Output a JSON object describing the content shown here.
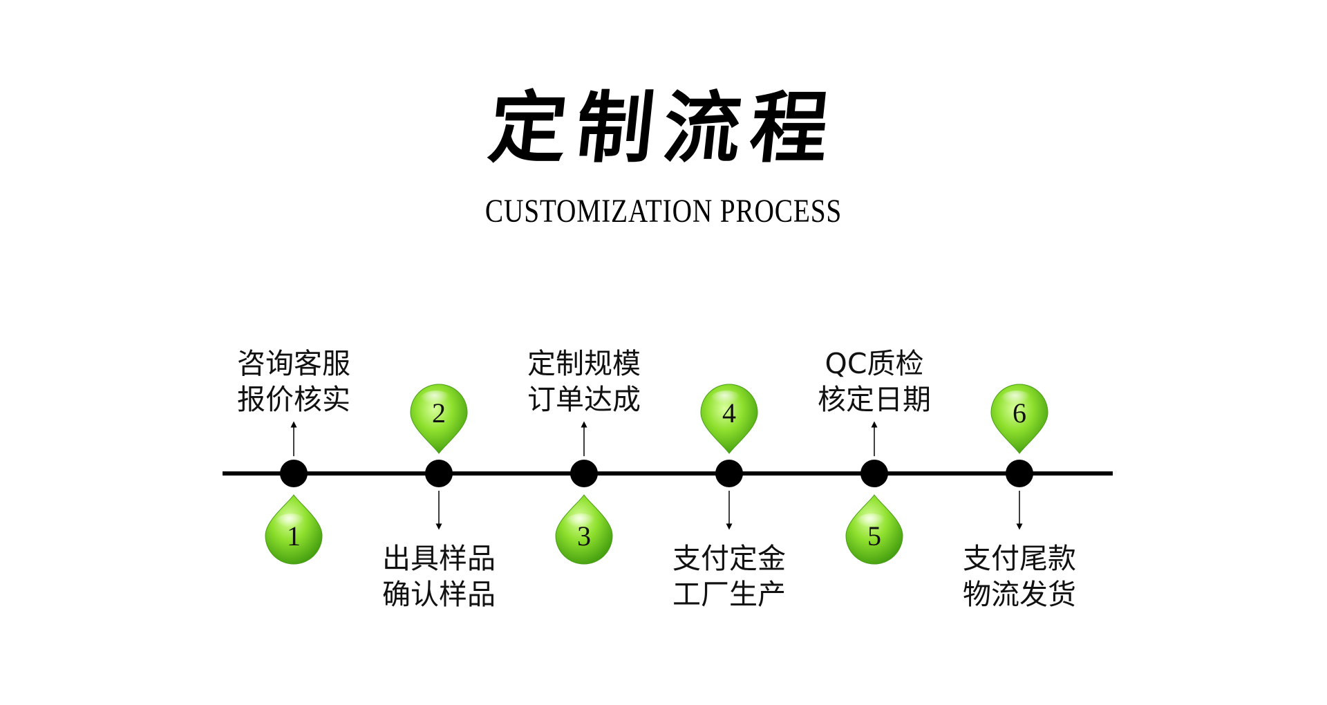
{
  "header": {
    "title": "定制流程",
    "subtitle": "CUSTOMIZATION PROCESS"
  },
  "colors": {
    "line": "#000000",
    "drop_light": "#c8f58a",
    "drop_mid": "#7ed321",
    "drop_dark": "#3f9a0e",
    "text": "#111111"
  },
  "steps": [
    {
      "number": "1",
      "marker_side": "below",
      "label_side": "above",
      "label_lines": [
        "咨询客服",
        "报价核实"
      ]
    },
    {
      "number": "2",
      "marker_side": "above",
      "label_side": "below",
      "label_lines": [
        "出具样品",
        "确认样品"
      ]
    },
    {
      "number": "3",
      "marker_side": "below",
      "label_side": "above",
      "label_lines": [
        "定制规模",
        "订单达成"
      ]
    },
    {
      "number": "4",
      "marker_side": "above",
      "label_side": "below",
      "label_lines": [
        "支付定金",
        "工厂生产"
      ]
    },
    {
      "number": "5",
      "marker_side": "below",
      "label_side": "above",
      "label_lines": [
        "QC质检",
        "核定日期"
      ]
    },
    {
      "number": "6",
      "marker_side": "above",
      "label_side": "below",
      "label_lines": [
        "支付尾款",
        "物流发货"
      ]
    }
  ]
}
